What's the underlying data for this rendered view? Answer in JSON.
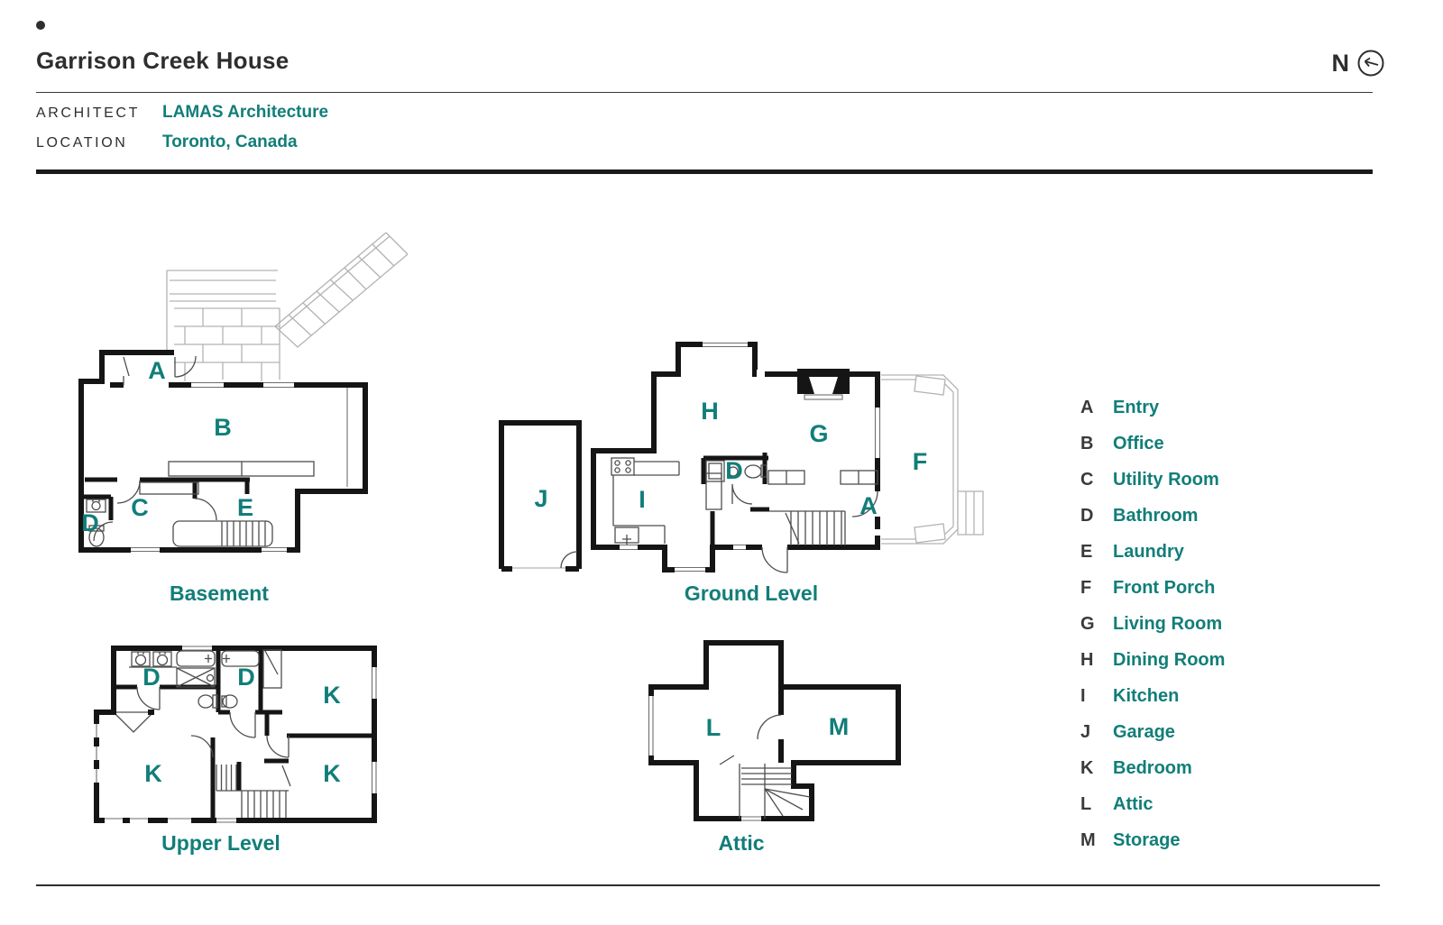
{
  "header": {
    "title": "Garrison Creek House",
    "architect_label": "ARCHITECT",
    "architect_value": "LAMAS Architecture",
    "location_label": "LOCATION",
    "location_value": "Toronto, Canada",
    "north_label": "N"
  },
  "colors": {
    "teal": "#117e79",
    "ink": "#2e2e2e",
    "wall": "#151515"
  },
  "plans": {
    "basement": {
      "caption": "Basement",
      "rooms": {
        "a": "A",
        "b": "B",
        "c": "C",
        "d": "D",
        "e": "E"
      }
    },
    "ground": {
      "caption": "Ground Level",
      "rooms": {
        "a": "A",
        "d": "D",
        "f": "F",
        "g": "G",
        "h": "H",
        "i": "I",
        "j": "J"
      }
    },
    "upper": {
      "caption": "Upper Level",
      "rooms": {
        "d1": "D",
        "d2": "D",
        "k1": "K",
        "k2": "K",
        "k3": "K"
      }
    },
    "attic": {
      "caption": "Attic",
      "rooms": {
        "l": "L",
        "m": "M"
      }
    }
  },
  "legend": {
    "items": [
      {
        "letter": "A",
        "name": "Entry"
      },
      {
        "letter": "B",
        "name": "Office"
      },
      {
        "letter": "C",
        "name": "Utility Room"
      },
      {
        "letter": "D",
        "name": "Bathroom"
      },
      {
        "letter": "E",
        "name": "Laundry"
      },
      {
        "letter": "F",
        "name": "Front Porch"
      },
      {
        "letter": "G",
        "name": "Living Room"
      },
      {
        "letter": "H",
        "name": "Dining Room"
      },
      {
        "letter": "I",
        "name": "Kitchen"
      },
      {
        "letter": "J",
        "name": "Garage"
      },
      {
        "letter": "K",
        "name": "Bedroom"
      },
      {
        "letter": "L",
        "name": "Attic"
      },
      {
        "letter": "M",
        "name": "Storage"
      }
    ]
  }
}
